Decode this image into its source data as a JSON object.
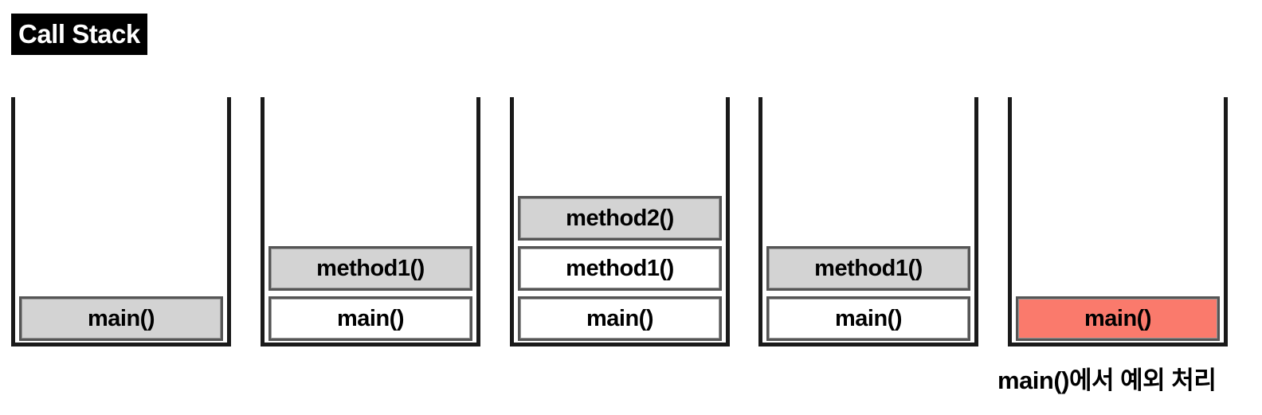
{
  "title": "Call Stack",
  "stacks": [
    {
      "frames": [
        {
          "label": "main()",
          "fill": "gray"
        }
      ]
    },
    {
      "frames": [
        {
          "label": "main()",
          "fill": "white"
        },
        {
          "label": "method1()",
          "fill": "gray"
        }
      ]
    },
    {
      "frames": [
        {
          "label": "main()",
          "fill": "white"
        },
        {
          "label": "method1()",
          "fill": "white"
        },
        {
          "label": "method2()",
          "fill": "gray"
        }
      ]
    },
    {
      "frames": [
        {
          "label": "main()",
          "fill": "white"
        },
        {
          "label": "method1()",
          "fill": "gray"
        }
      ]
    },
    {
      "frames": [
        {
          "label": "main()",
          "fill": "red"
        }
      ]
    }
  ],
  "caption": "main()에서 예외 처리",
  "colors": {
    "title_background": "#000000",
    "title_text": "#ffffff",
    "frame_gray": "#d3d3d3",
    "frame_white": "#ffffff",
    "frame_red": "#fa7a6c"
  }
}
